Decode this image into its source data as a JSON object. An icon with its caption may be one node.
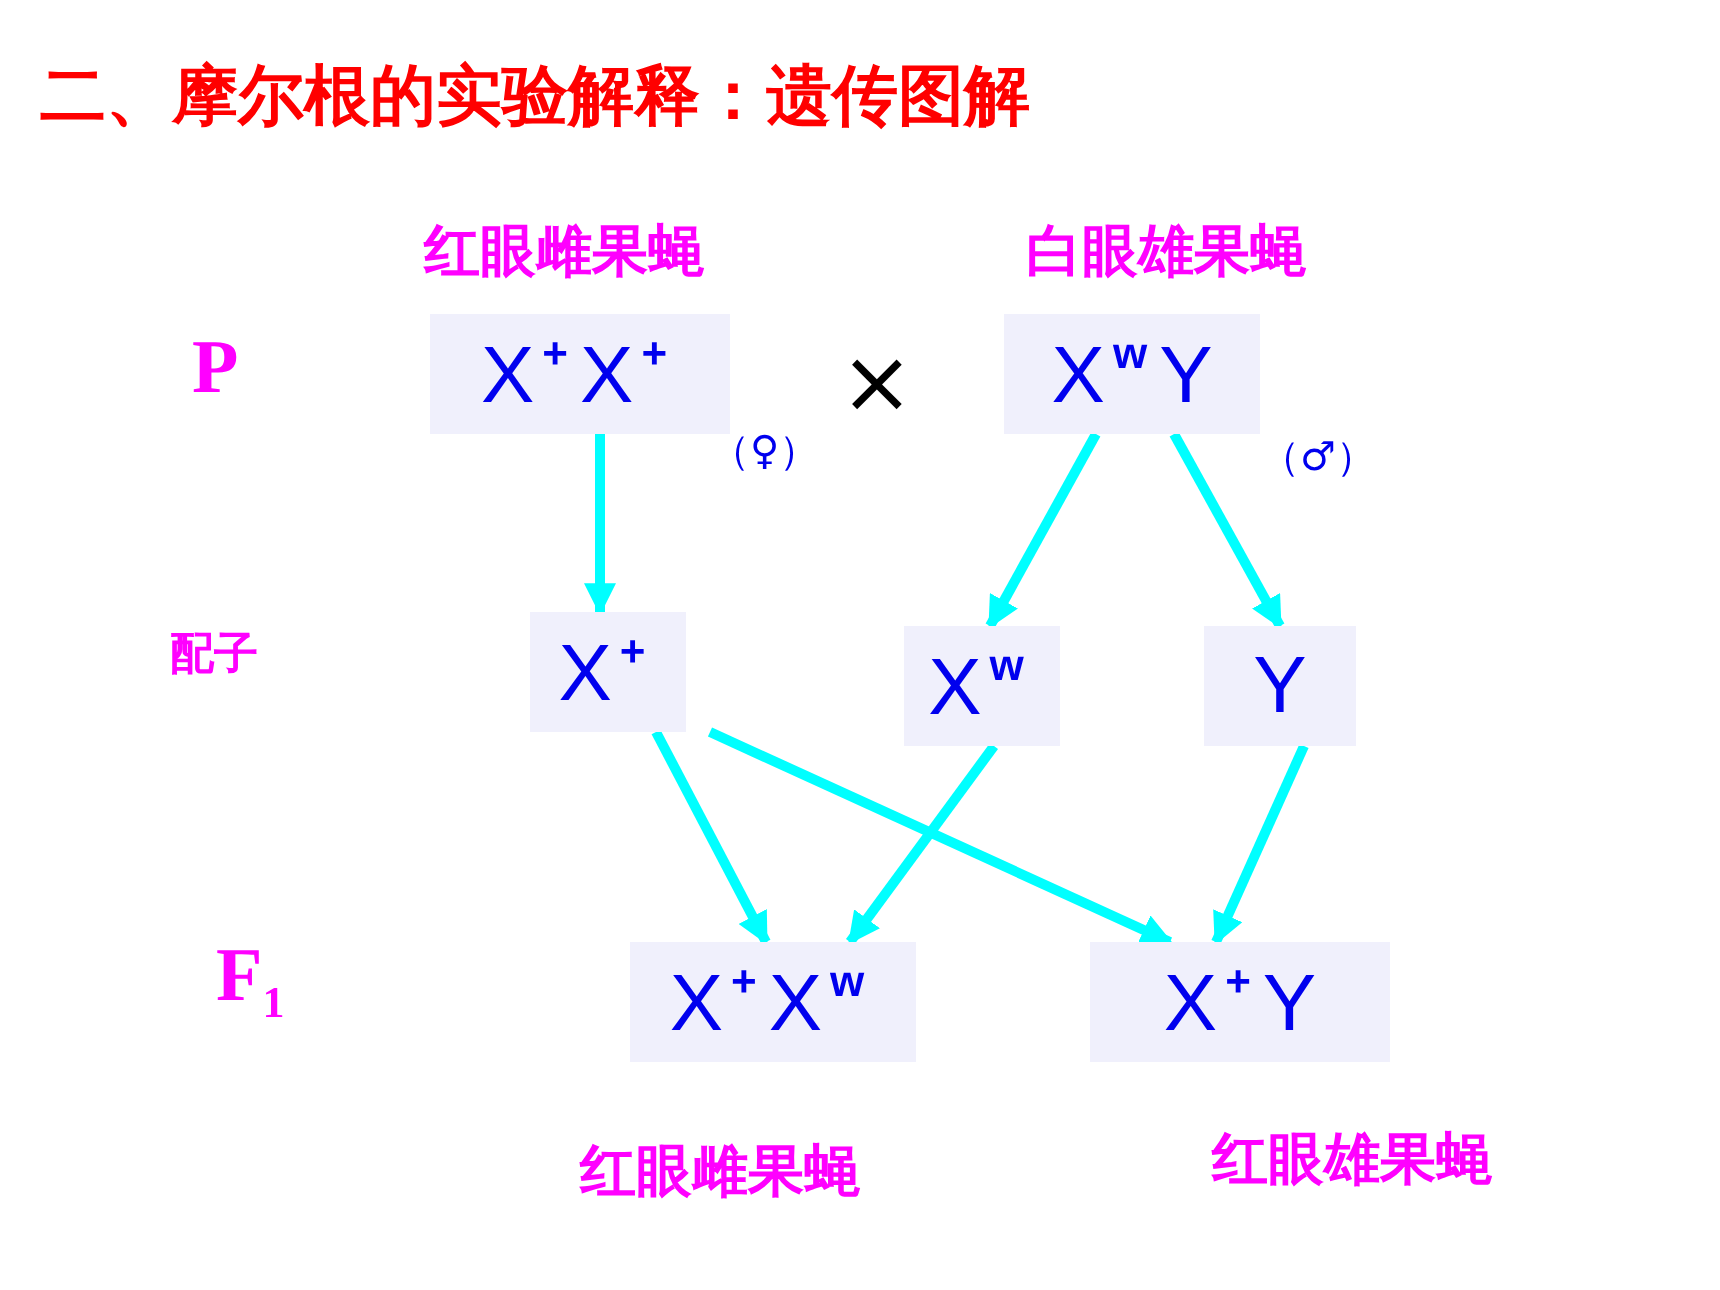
{
  "diagram": {
    "title": "二、摩尔根的实验解释：遗传图解",
    "nodes": [
      {
        "text": [
          "X$^{+}$X$^{+}$"
        ],
        "beside": [
          "红眼雌果蝇",
          "（♀）"
        ]
      },
      {
        "text": [
          "X$^{w}$Y"
        ],
        "beside": [
          "白眼雄果蝇",
          "（♂）"
        ]
      },
      {
        "text": [
          "X$^{+}$"
        ]
      },
      {
        "text": [
          "X$^{w}$"
        ]
      },
      {
        "text": [
          "Y"
        ]
      },
      {
        "text": [
          "X$^{+}$X$^{w}$"
        ],
        "beside": [
          "红眼雌果蝇"
        ]
      },
      {
        "text": [
          "X$^{+}$Y"
        ],
        "beside": [
          "红眼雄果蝇"
        ]
      }
    ],
    "edges": [
      {
        "from": 0,
        "to": 2,
        "arrow": "to"
      },
      {
        "from": 1,
        "to": 3,
        "arrow": "to"
      },
      {
        "from": 1,
        "to": 4,
        "arrow": "to"
      },
      {
        "from": 2,
        "to": 5,
        "arrow": "to"
      },
      {
        "from": 2,
        "to": 6,
        "arrow": "to"
      },
      {
        "from": 3,
        "to": 5,
        "arrow": "to"
      },
      {
        "from": 4,
        "to": 6,
        "arrow": "to"
      }
    ],
    "labels": [
      "P",
      "×",
      "配子",
      "F$_{1}$"
    ]
  }
}
